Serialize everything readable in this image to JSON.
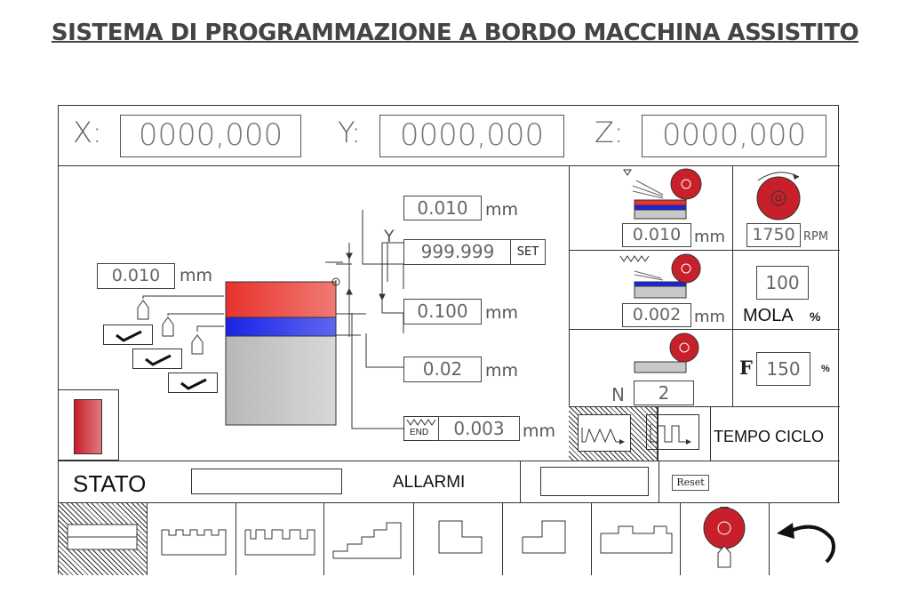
{
  "title": "SISTEMA DI PROGRAMMAZIONE A BORDO MACCHINA ASSISTITO",
  "coords": {
    "x_label": "X:",
    "x_value": "0000,000",
    "y_label": "Y:",
    "y_value": "0000,000",
    "z_label": "Z:",
    "z_value": "0000,000"
  },
  "main": {
    "left_value": "0.010",
    "left_unit": "mm",
    "top_value": "0.010",
    "top_unit": "mm",
    "y_label": "Y",
    "y_value": "999.999",
    "set_label": "SET",
    "mid_value": "0.100",
    "mid_unit": "mm",
    "low_value": "0.02",
    "low_unit": "mm",
    "end_label": "END",
    "end_value": "0.003",
    "end_unit": "mm"
  },
  "right": {
    "feed1_value": "0.010",
    "feed1_unit": "mm",
    "rpm_value": "1750",
    "rpm_unit": "RPM",
    "feed2_value": "0.002",
    "feed2_unit": "mm",
    "mola_value": "100",
    "mola_label": "MOLA",
    "mola_pct": "%",
    "n_label": "N",
    "n_value": "2",
    "f_label": "F",
    "f_value": "150",
    "f_pct": "%",
    "tempo_ciclo": "TEMPO CICLO"
  },
  "status": {
    "stato_label": "STATO",
    "stato_value": "",
    "allarmi_label": "ALLARMI",
    "allarmi_value": "",
    "reset_label": "Reset"
  },
  "colors": {
    "red": "#e8322d",
    "blue": "#1a23e6",
    "grey": "#c8c8c8",
    "wheel": "#c8202a"
  },
  "icons": [
    "profile-flat-icon",
    "profile-slots-icon",
    "profile-multislot-icon",
    "profile-steps-icon",
    "profile-step-down-icon",
    "profile-step-up-icon",
    "profile-tabs-icon",
    "grinding-wheel-icon",
    "back-arrow-icon"
  ]
}
